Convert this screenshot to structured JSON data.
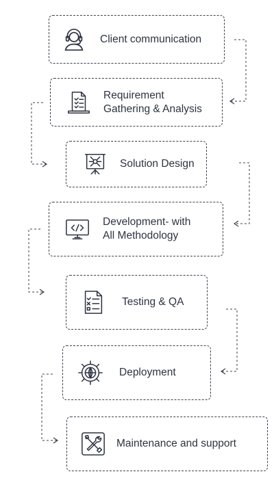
{
  "steps": [
    {
      "id": "client-communication",
      "icon": "headset-icon",
      "lines": [
        "Client communication"
      ]
    },
    {
      "id": "requirement-gathering",
      "icon": "document-checklist-icon",
      "lines": [
        "Requirement",
        "Gathering & Analysis"
      ]
    },
    {
      "id": "solution-design",
      "icon": "presentation-board-icon",
      "lines": [
        "Solution Design"
      ]
    },
    {
      "id": "development",
      "icon": "code-monitor-icon",
      "lines": [
        "Development- with",
        "All Methodology"
      ]
    },
    {
      "id": "testing-qa",
      "icon": "test-checklist-icon",
      "lines": [
        "Testing & QA"
      ]
    },
    {
      "id": "deployment",
      "icon": "gear-globe-icon",
      "lines": [
        "Deployment"
      ]
    },
    {
      "id": "maintenance",
      "icon": "tools-icon",
      "lines": [
        "Maintenance and support"
      ]
    }
  ],
  "colors": {
    "border": "#3a3f4a",
    "text": "#2d3340",
    "icon": "#2d3340"
  }
}
